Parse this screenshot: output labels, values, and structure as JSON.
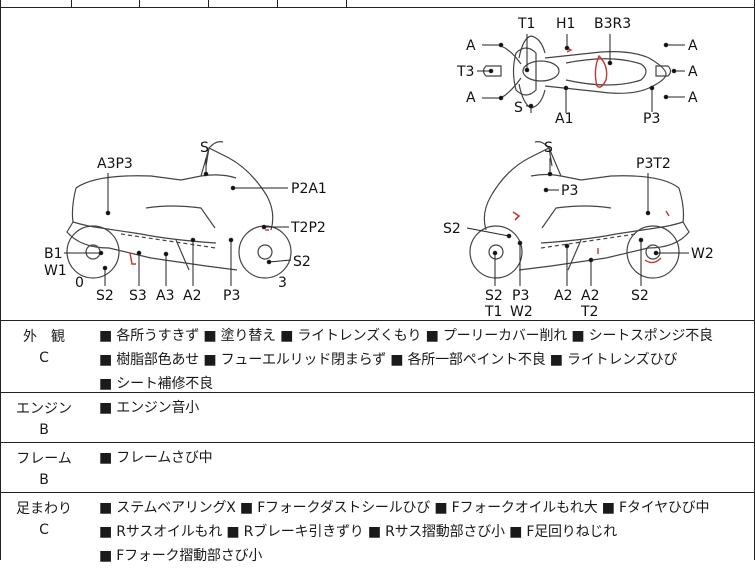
{
  "diagram": {
    "top_view_labels": {
      "t1": "T1",
      "h1": "H1",
      "b3r3": "B3R3",
      "a_left_1": "A",
      "a_left_2": "A",
      "t3": "T3",
      "s": "S",
      "a1": "A1",
      "p3": "P3",
      "a_right_1": "A",
      "a_right_2": "A",
      "a_right_3": "A"
    },
    "left_view_labels": {
      "s": "S",
      "a3p3": "A3P3",
      "p2a1": "P2A1",
      "t2p2": "T2P2",
      "b1": "B1",
      "w1": "W1",
      "zero": "0",
      "s2_right": "S2",
      "three": "3",
      "s2": "S2",
      "s3": "S3",
      "a3": "A3",
      "a2": "A2",
      "p3": "P3"
    },
    "right_view_labels": {
      "s": "S",
      "p3": "P3",
      "p3t2": "P3T2",
      "s2_left": "S2",
      "w2_right": "W2",
      "s2": "S2",
      "t1": "T1",
      "p3_b": "P3",
      "w2": "W2",
      "a2": "A2",
      "a2_b": "A2",
      "t2": "T2",
      "s2_b": "S2"
    }
  },
  "rows": [
    {
      "category": "外　観",
      "grade": "C",
      "items": [
        "■ 各所うすきず",
        "■ 塗り替え",
        "■ ライトレンズくもり",
        "■ プーリーカバー削れ",
        "■ シートスポンジ不良",
        "■ 樹脂部色あせ",
        "■ フューエルリッド閉まらず",
        "■ 各所一部ペイント不良",
        "■ ライトレンズひび",
        "■ シート補修不良"
      ]
    },
    {
      "category": "エンジン",
      "grade": "B",
      "items": [
        "■ エンジン音小"
      ]
    },
    {
      "category": "フレーム",
      "grade": "B",
      "items": [
        "■ フレームさび中"
      ]
    },
    {
      "category": "足まわり",
      "grade": "C",
      "items": [
        "■ ステムベアリングX",
        "■ Fフォークダストシールひび",
        "■ Fフォークオイルもれ大",
        "■ Fタイヤひび中",
        "■ Rサスオイルもれ",
        "■ Rブレーキ引きずり",
        "■ Rサス摺動部さび小",
        "■ F足回りねじれ",
        "■ Fフォーク摺動部さび小"
      ]
    }
  ]
}
